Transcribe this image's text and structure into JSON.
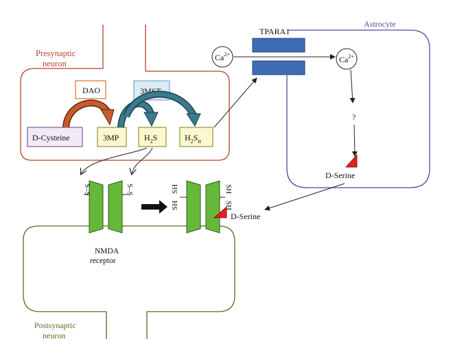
{
  "labels": {
    "presynaptic_line1": "Presynaptic",
    "presynaptic_line2": "neuron",
    "astrocyte": "Astrocyte",
    "postsynaptic_line1": "Postsynaptic",
    "postsynaptic_line2": "neuron",
    "tpara1": "TPARA1",
    "dao": "DAO",
    "mst": "3MST",
    "d_cysteine": "D-Cysteine",
    "mp": "3MP",
    "h2s_h": "H",
    "h2s_sub": "2",
    "h2s_s": "S",
    "h2sn_h": "H",
    "h2sn_sub": "2",
    "h2sn_s": "S",
    "h2sn_n": "n",
    "ca_out": "Ca",
    "ca_out_sup": "2+",
    "ca_in": "Ca",
    "ca_in_sup": "2+",
    "question": "?",
    "d_serine_astro": "D-Serine",
    "d_serine_receptor": "D-Serine",
    "nmda_line1": "NMDA",
    "nmda_line2": "receptor",
    "ss_left": "S–S",
    "ss_right": "S–S",
    "sh_1": "SH",
    "sh_2": "SH",
    "sh_3": "SH",
    "sh_4": "SH"
  },
  "colors": {
    "presynaptic": "#b5412b",
    "astrocyte": "#4a4aa0",
    "postsynaptic": "#5a6b1e",
    "channel_blue": "#3e6db5",
    "receptor_green": "#66b83a",
    "dao_border": "#e07a2e",
    "mst_fill": "#dcebf5",
    "mst_border": "#7fa3c4",
    "dcys_fill": "#f2eaf6",
    "dcys_border": "#7e5a9b",
    "yellow_fill": "#fbf7cf",
    "yellow_border": "#8a9a2e",
    "dserine_red": "#e02020"
  }
}
